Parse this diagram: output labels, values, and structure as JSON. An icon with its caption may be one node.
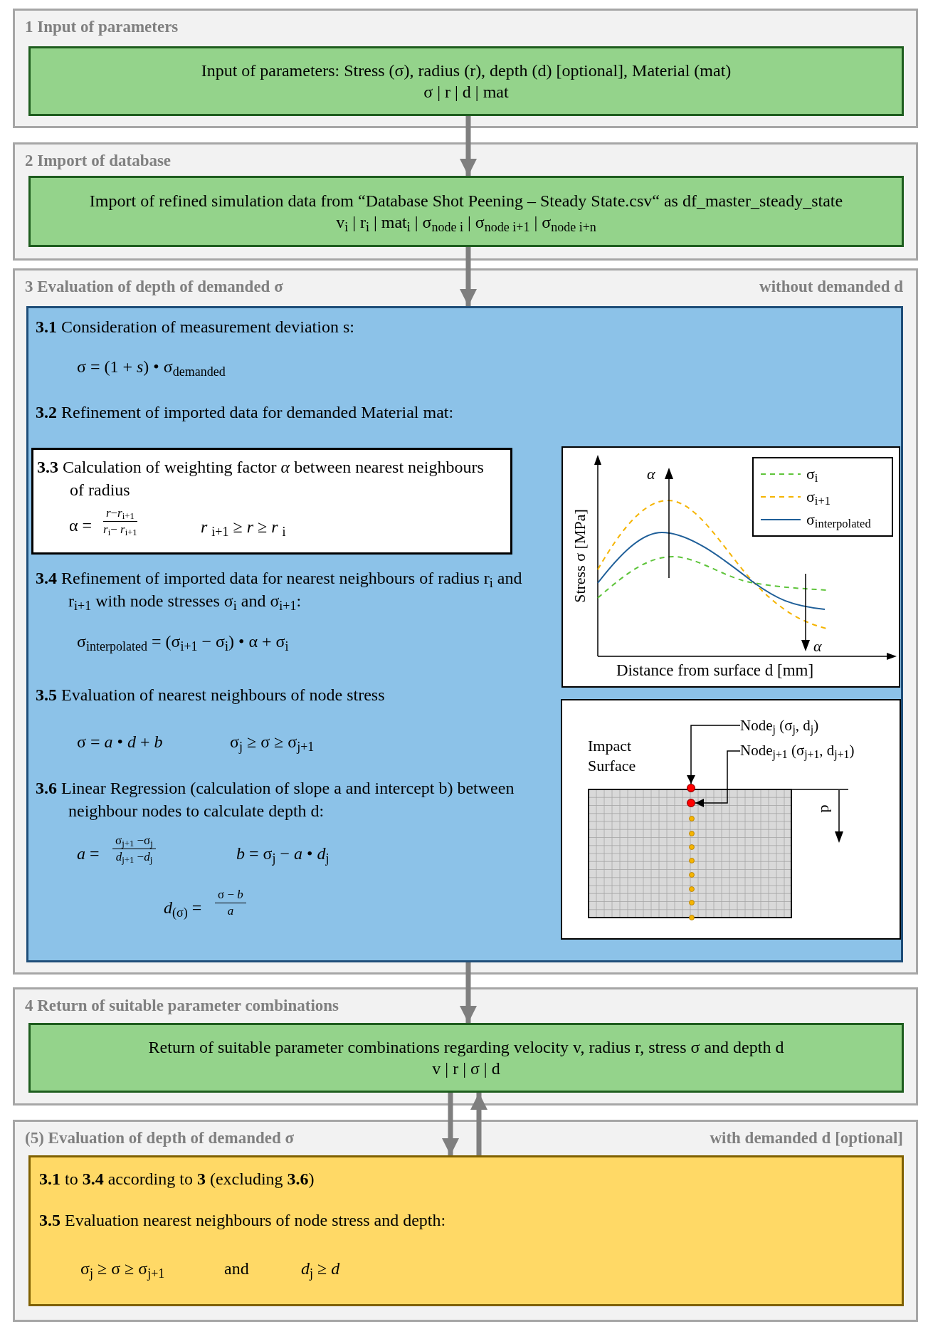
{
  "diagram": {
    "nodes": [
      {
        "text": [
          "1 Input of parameters"
        ]
      },
      {
        "text": [
          "Input of parameters: Stress (σ), radius (r), depth (d) [optional], Material (mat)",
          "σ | r | d | mat"
        ],
        "in": 0
      },
      {
        "text": [
          "2 Import of database"
        ]
      },
      {
        "text": [
          "Import of refined simulation data from “Database Shot Peening – Steady State.csv“ as df_master_steady_state",
          "v$_{i}$ | r$_{i}$ | mat$_{i}$ | σ$_{node i}$ | σ$_{node i+1}$ | σ$_{node i+n}$"
        ],
        "in": 2
      },
      {
        "text": [
          "3 Evaluation of depth of demanded σ",
          "without demanded d"
        ]
      },
      {
        "text": [
          "**3.1** Consideration of measurement deviation s:",
          "σ = (1 + *s*) • σ$_{demanded}$",
          "**3.2** Refinement of imported data for demanded Material mat:",
          "**3.4** Refinement of imported data for nearest neighbours of radius r$_{i}$ and r$_{i+1}$ with node stresses σ$_{i}$ and σ$_{i+1}$:",
          "σ$_{interpolated}$ = (σ$_{i+1}$ − σ$_{i}$) • α + σ$_{i}$",
          "**3.5** Evaluation of nearest neighbours of node stress",
          "σ = *a* • *d* + *b*",
          "σ$_{j}$ ≥ σ ≥ σ$_{j+1}$",
          "**3.6** Linear Regression (calculation of slope a and intercept b) between neighbour nodes to calculate depth d:",
          "*a* =",
          "σ$_{j+1}$ −σ$_{j}$",
          "*d*$_{j+1}$ −*d*$_{j}$",
          "*b* = σ$_{j}$ − *a* • *d*$_{j}$",
          "*d*$_{(σ)}$ =",
          "σ − *b*",
          "*a*"
        ],
        "in": 4
      },
      {
        "text": [
          "**3.3** Calculation of weighting factor *α* between nearest neighbours of radius",
          "α =",
          "*r*−*r*$_{i+1}$",
          "*r*$_{i}$− *r*$_{i+1}$",
          "*r* $_{i+1}$ ≥ *r* ≥ *r* $_{i}$"
        ],
        "in": 5
      },
      {
        "text": [
          "Node$_{j}$ (σ$_{j}$, d$_{j}$)"
        ],
        "in": 5
      },
      {
        "text": [
          "Node$_{j+1}$ (σ$_{j+1}$, d$_{j+1}$)"
        ],
        "in": 5
      },
      {
        "text": [],
        "shape": "circle",
        "in": 5
      },
      {
        "text": [],
        "shape": "circle",
        "in": 5
      },
      {
        "text": [
          "4 Return of suitable parameter combinations"
        ]
      },
      {
        "text": [
          "Return of suitable parameter combinations regarding velocity v, radius r, stress σ and depth d",
          "v | r | σ | d"
        ],
        "in": 11
      },
      {
        "text": [
          "(5) Evaluation of depth of demanded σ",
          "with demanded d [optional]"
        ]
      },
      {
        "text": [
          "**3.1** to **3.4** according to **3** (excluding **3.6**)",
          "**3.5** Evaluation nearest neighbours of node stress and depth:",
          "σ$_{j}$ ≥ σ ≥ σ$_{j+1}$",
          "and",
          "*d*$_{j}$ ≥ *d*"
        ],
        "in": 13
      }
    ],
    "edges": [
      {
        "from": 1,
        "to": 3,
        "arrow": "to"
      },
      {
        "from": 3,
        "to": 5,
        "arrow": "to"
      },
      {
        "from": 5,
        "to": 12,
        "arrow": "to"
      },
      {
        "from": 12,
        "to": 14,
        "arrow": "to"
      },
      {
        "from": 14,
        "to": 12,
        "arrow": "to"
      },
      {
        "from": 7,
        "to": 9,
        "arrow": "to",
        "color": "#000000"
      },
      {
        "from": 8,
        "to": 10,
        "arrow": "to",
        "color": "#000000"
      }
    ],
    "labels": [
      "α",
      "Stress σ [MPa]",
      "α",
      "Distance from surface d [mm]",
      "Impact Surface",
      "d"
    ],
    "legend": [
      {
        "text": "σ$_{i}$"
      },
      {
        "text": "σ$_{i+1}$"
      },
      {
        "text": "σ$_{interpolated}$"
      }
    ]
  }
}
